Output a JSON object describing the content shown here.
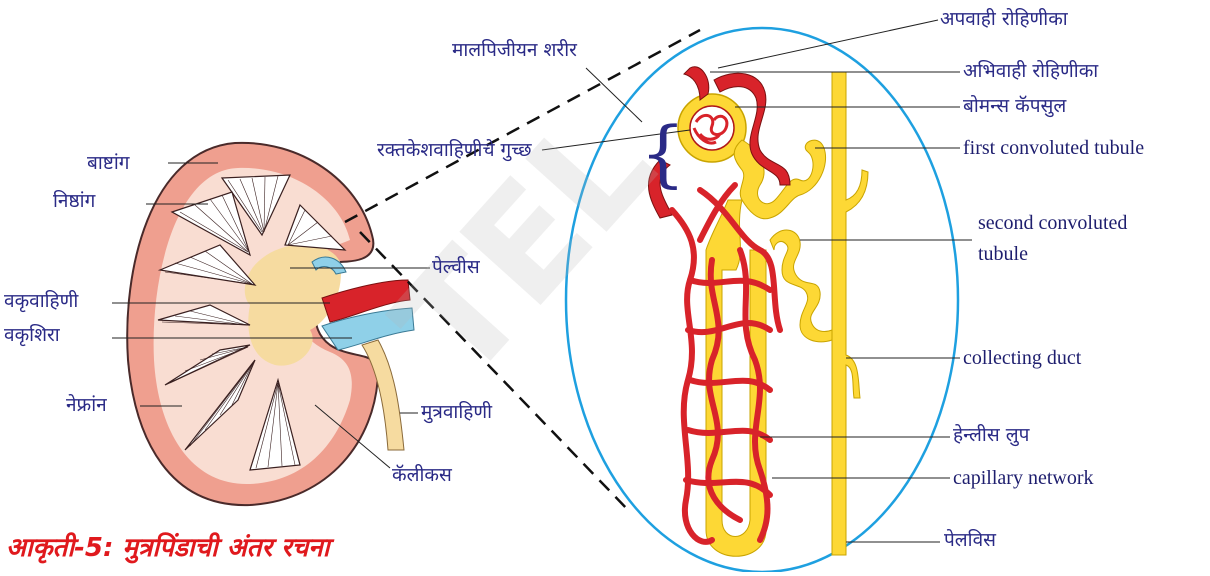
{
  "watermark": "TEL",
  "caption": "आकृती-5: मुत्रपिंडाची अंतर रचना",
  "kidney_labels": {
    "cortex": "बाष्टांग",
    "medulla": "निष्ठांग",
    "renal_vein": "वकृवाहिणी",
    "renal_artery": "वकृशिरा",
    "nephron": "नेफ्रांन",
    "pelvis": "पेल्वीस",
    "ureter": "मुत्रवाहिणी",
    "calyx": "कॅलीकस"
  },
  "nephron_labels": {
    "malpighian_body": "मालपिजीयन शरीर",
    "glomerulus": "रक्तकेशवाहिणीचे गुच्छ",
    "efferent_arteriole": "अपवाही रोहिणीका",
    "afferent_arteriole": "अभिवाही रोहिणीका",
    "bowmans_capsule": "बोमन्स कॅपसुल",
    "first_convoluted_tubule": "first convoluted tubule",
    "second_convoluted_tubule_1": "second convoluted",
    "second_convoluted_tubule_2": "tubule",
    "collecting_duct": "collecting duct",
    "henles_loop": "हेन्लीस लुप",
    "capillary_network": "capillary network",
    "pelvis": "पेलविस"
  },
  "colors": {
    "cortex": "#ef9f8f",
    "medulla": "#f9ddd2",
    "pyramid_outline": "#3a2020",
    "pelvis": "#f6dba0",
    "artery": "#d8232a",
    "vein": "#8fd0e8",
    "tubule": "#fdd835",
    "oval": "#1ea0e0",
    "label": "#2a2a86",
    "caption": "#e0191d"
  }
}
